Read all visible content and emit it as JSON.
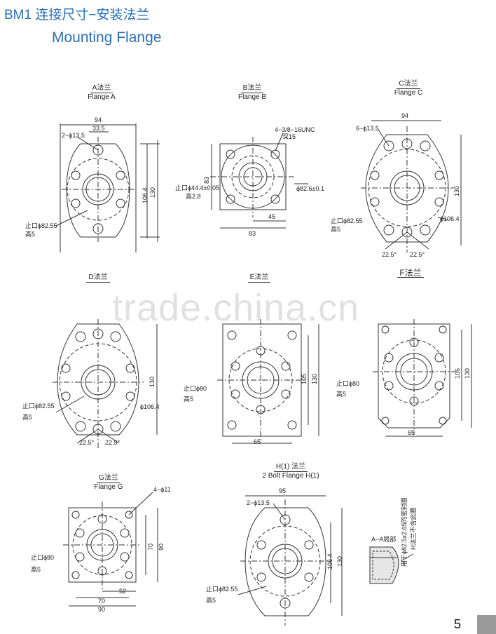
{
  "header": {
    "title_cn": "BM1 连接尺寸−安装法兰",
    "title_en": "Mounting Flange"
  },
  "watermark": "trade.china.cn",
  "flanges": {
    "a": {
      "cn": "A法兰",
      "en": "Flange A",
      "dims": [
        "94",
        "2−ϕ13.5",
        "33.5",
        "106.4",
        "130",
        "止口ϕ82.55",
        "高5"
      ]
    },
    "b": {
      "cn": "B法兰",
      "en": "Flange B",
      "dims": [
        "4−3/8−16UNC",
        "深15",
        "83",
        "止口ϕ44.4±0.05",
        "高2.8",
        "ϕ82.6±0.1",
        "45",
        "83"
      ]
    },
    "c": {
      "cn": "C法兰",
      "en": "Flange C",
      "dims": [
        "94",
        "6−ϕ13.5",
        "130",
        "止口ϕ82.55",
        "高5",
        "ϕ106.4",
        "22.5°",
        "22.5°"
      ]
    },
    "d": {
      "cn": "D法兰",
      "dims": [
        "130",
        "止口ϕ82.55",
        "高5",
        "ϕ106.4",
        "22.5°",
        "22.5°"
      ]
    },
    "e": {
      "cn": "E法兰",
      "dims": [
        "止口ϕ80",
        "高5",
        "105",
        "130",
        "65"
      ]
    },
    "f": {
      "cn": "F法兰",
      "dims": [
        "止口ϕ80",
        "高5",
        "105",
        "130",
        "65"
      ]
    },
    "g": {
      "cn": "G法兰",
      "en": "Flange G",
      "dims": [
        "4−ϕ11",
        "70",
        "90",
        "止口ϕ80",
        "高5",
        "52",
        "70",
        "90"
      ]
    },
    "h": {
      "cn": "H(1) 法兰",
      "en": "2 Bolt Flange H(1)",
      "dims": [
        "95",
        "2−ϕ13.5",
        "106.4",
        "130",
        "止口ϕ82.55",
        "高5"
      ]
    }
  },
  "detail": {
    "title": "A−A局部",
    "note1": "用于ϕ82.5x2.65的密封圈",
    "note2": "H法兰不含此圈"
  },
  "page": {
    "number": "5"
  },
  "colors": {
    "header_blue": "#2a6fb4",
    "line": "#333333",
    "page_tab": "#9a9a9a"
  }
}
